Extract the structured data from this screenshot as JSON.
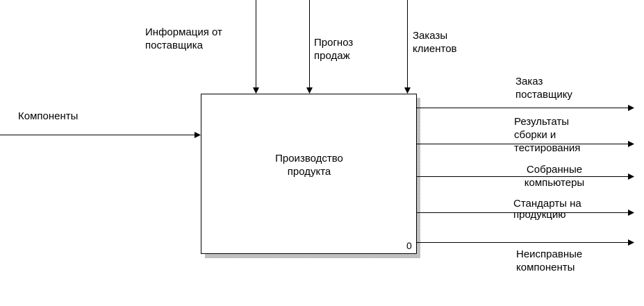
{
  "box": {
    "title_line1": "Производство",
    "title_line2": "продукта",
    "number": "0"
  },
  "controls": [
    {
      "line1": "Информация от",
      "line2": "поставщика"
    },
    {
      "line1": "Прогноз",
      "line2": "продаж"
    },
    {
      "line1": "Заказы",
      "line2": "клиентов"
    }
  ],
  "input": {
    "label": "Компоненты"
  },
  "outputs": [
    {
      "line1": "Заказ",
      "line2": "поставщику"
    },
    {
      "line1": "Результаты",
      "line2": "сборки и",
      "line3": "тестирования"
    },
    {
      "line1": "Собранные",
      "line2": "компьютеры"
    },
    {
      "line1": "Стандарты на",
      "line2": "продукцию"
    },
    {
      "line1": "Неисправные",
      "line2": "компоненты"
    }
  ],
  "colors": {
    "line": "#000000",
    "shadow": "#808080",
    "background": "#ffffff"
  }
}
